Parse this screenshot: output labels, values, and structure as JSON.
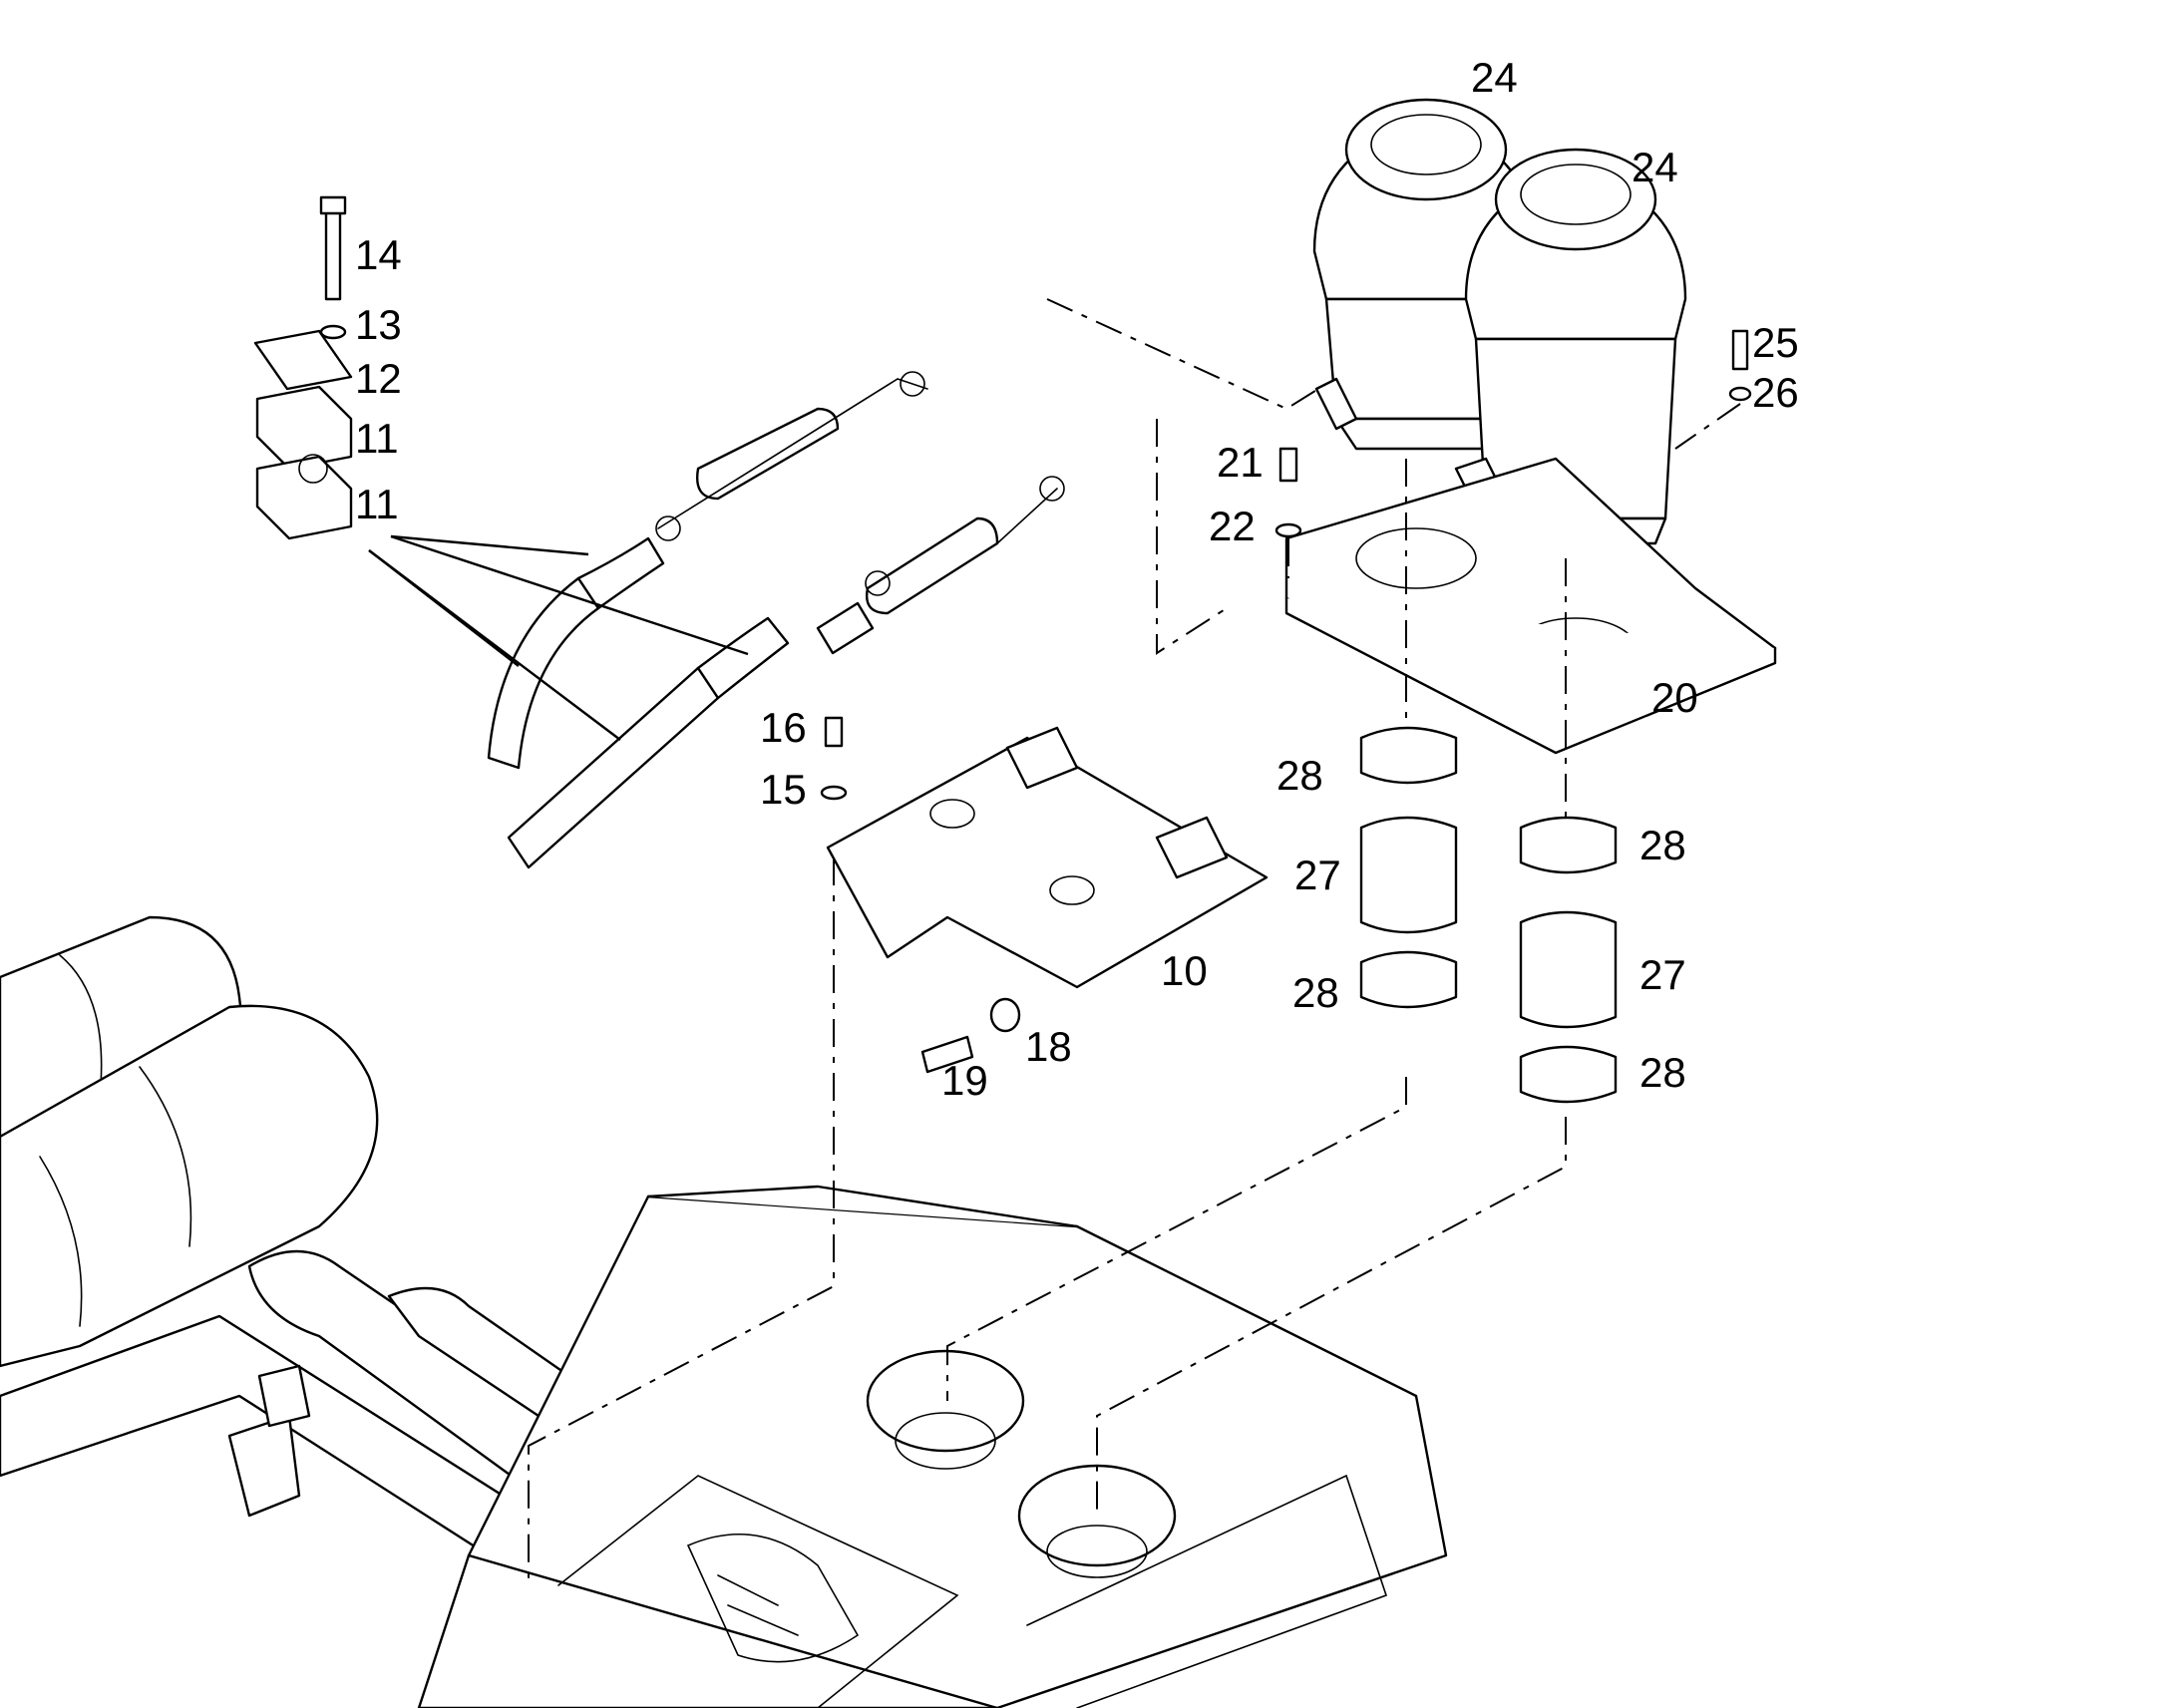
{
  "diagram": {
    "callouts": [
      {
        "id": "c24a",
        "text": "24"
      },
      {
        "id": "c24b",
        "text": "24"
      },
      {
        "id": "c14",
        "text": "14"
      },
      {
        "id": "c13",
        "text": "13"
      },
      {
        "id": "c12",
        "text": "12"
      },
      {
        "id": "c11a",
        "text": "11"
      },
      {
        "id": "c11b",
        "text": "11"
      },
      {
        "id": "c25",
        "text": "25"
      },
      {
        "id": "c26",
        "text": "26"
      },
      {
        "id": "c21",
        "text": "21"
      },
      {
        "id": "c22",
        "text": "22"
      },
      {
        "id": "c20",
        "text": "20"
      },
      {
        "id": "c16",
        "text": "16"
      },
      {
        "id": "c15",
        "text": "15"
      },
      {
        "id": "c28a",
        "text": "28"
      },
      {
        "id": "c28b",
        "text": "28"
      },
      {
        "id": "c27a",
        "text": "27"
      },
      {
        "id": "c27b",
        "text": "27"
      },
      {
        "id": "c10",
        "text": "10"
      },
      {
        "id": "c28c",
        "text": "28"
      },
      {
        "id": "c28d",
        "text": "28"
      },
      {
        "id": "c18",
        "text": "18"
      },
      {
        "id": "c19",
        "text": "19"
      }
    ],
    "colors": {
      "line": "#000000",
      "background": "#ffffff"
    }
  }
}
